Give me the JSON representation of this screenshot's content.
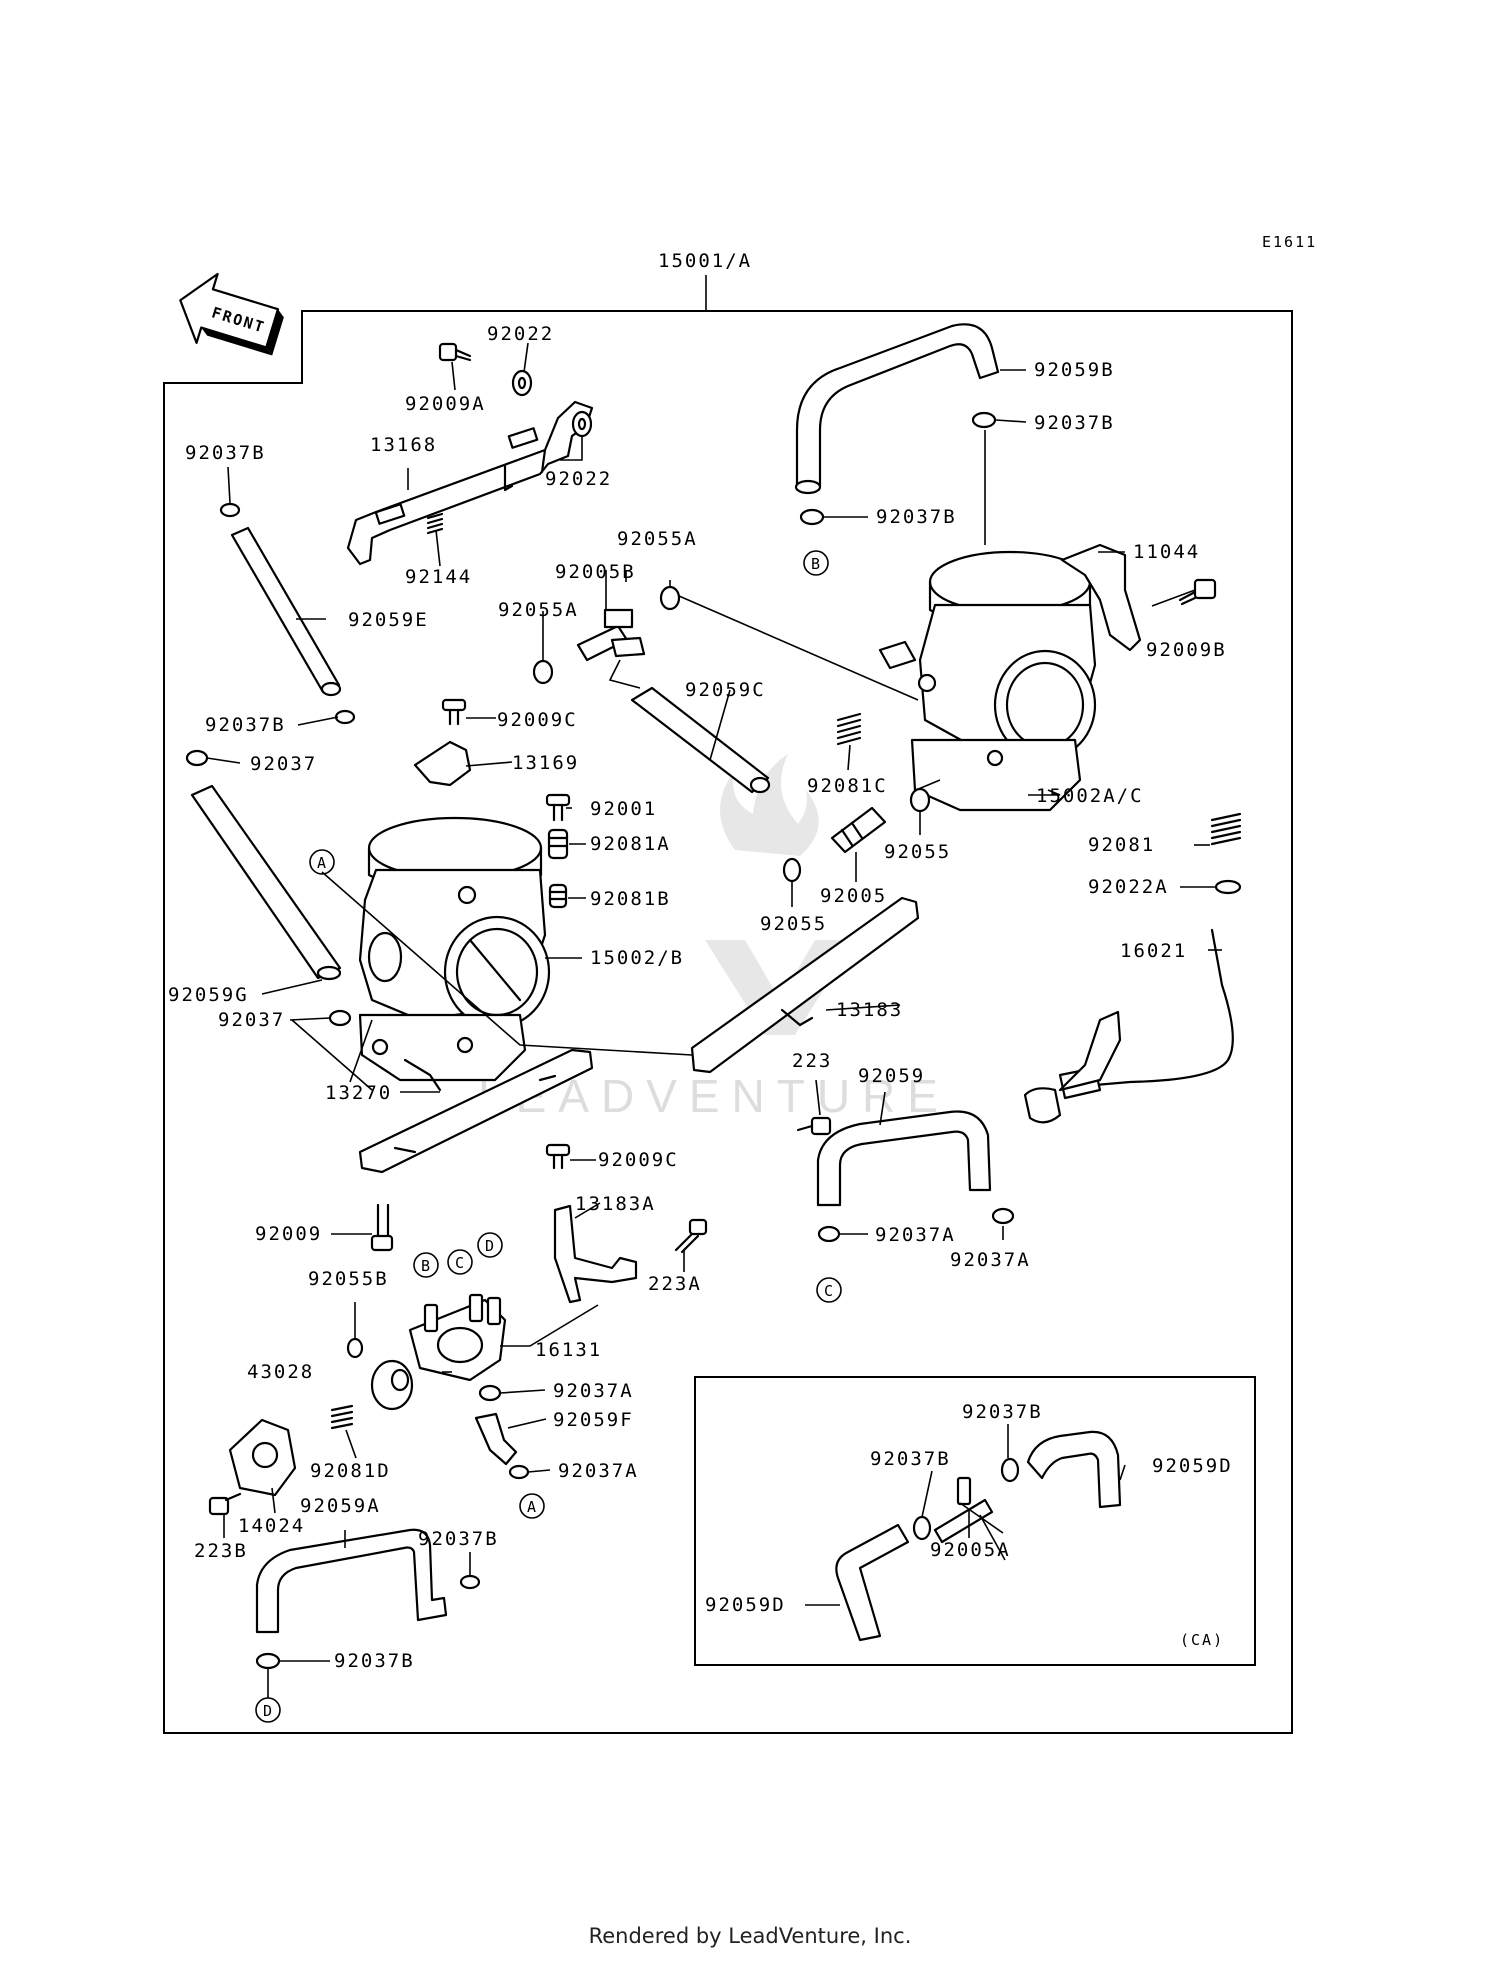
{
  "diagram_code": "E1611",
  "front_arrow_label": "FRONT",
  "assembly_label": "15001/A",
  "inset_label": "(CA)",
  "footer": "Rendered by LeadVenture, Inc.",
  "watermark": "LEADVENTURE",
  "reference_markers": [
    "A",
    "B",
    "C",
    "D"
  ],
  "parts": [
    "92022",
    "92009A",
    "13168",
    "92022",
    "92144",
    "92037B",
    "92059E",
    "92037B",
    "92037",
    "92059G",
    "92037",
    "92055A",
    "92005B",
    "92055A",
    "92059C",
    "92009C",
    "13169",
    "92001",
    "92081A",
    "92081B",
    "15002/B",
    "92059B",
    "92037B",
    "92037B",
    "11044",
    "92009B",
    "92081C",
    "15002A/C",
    "92055",
    "92005",
    "92055",
    "92081",
    "92022A",
    "16021",
    "13183",
    "223",
    "92059",
    "13270",
    "92009C",
    "13183A",
    "223A",
    "92037A",
    "92037A",
    "92009",
    "92055B",
    "16131",
    "43028",
    "92037A",
    "92059F",
    "92081D",
    "92037A",
    "14024",
    "223B",
    "92059A",
    "92037B",
    "92037B",
    "92037B",
    "92037B",
    "92059D",
    "92005A",
    "92059D"
  ]
}
